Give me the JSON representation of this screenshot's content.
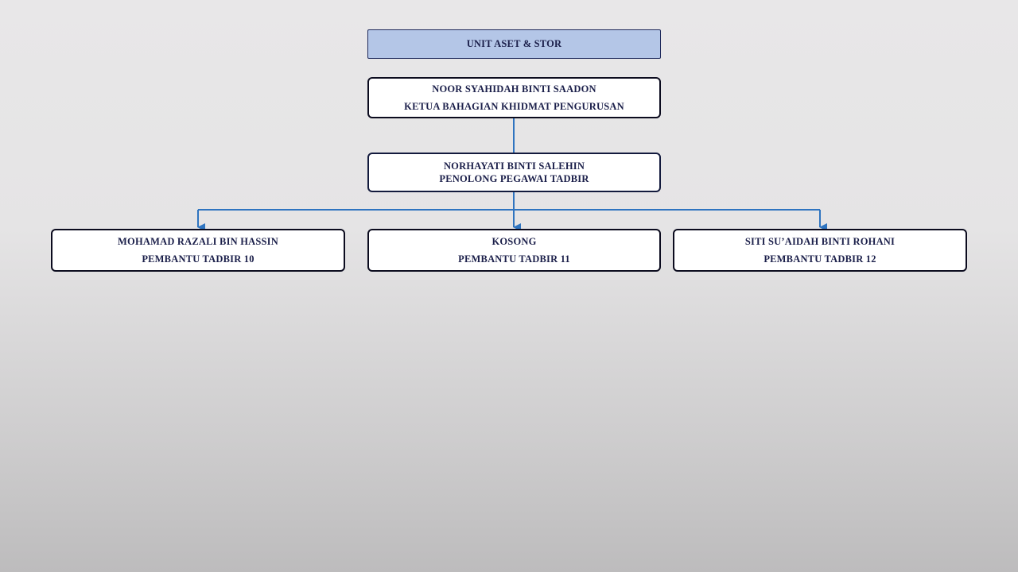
{
  "unit": {
    "title": "UNIT ASET & STOR"
  },
  "head": {
    "name": "NOOR SYAHIDAH BINTI SAADON",
    "position": "KETUA BAHAGIAN KHIDMAT PENGURUSAN"
  },
  "supervisor": {
    "name": "NORHAYATI BINTI SALEHIN",
    "position": "PENOLONG PEGAWAI TADBIR"
  },
  "staff": [
    {
      "name": "MOHAMAD RAZALI BIN HASSIN",
      "position": "PEMBANTU TADBIR 10"
    },
    {
      "name": "KOSONG",
      "position": "PEMBANTU TADBIR 11"
    },
    {
      "name": "SITI SU’AIDAH BINTI ROHANI",
      "position": "PEMBANTU TADBIR 12"
    }
  ],
  "colors": {
    "connector": "#2f74c0",
    "text": "#1b1f4a",
    "title_fill": "#b4c6e7"
  }
}
